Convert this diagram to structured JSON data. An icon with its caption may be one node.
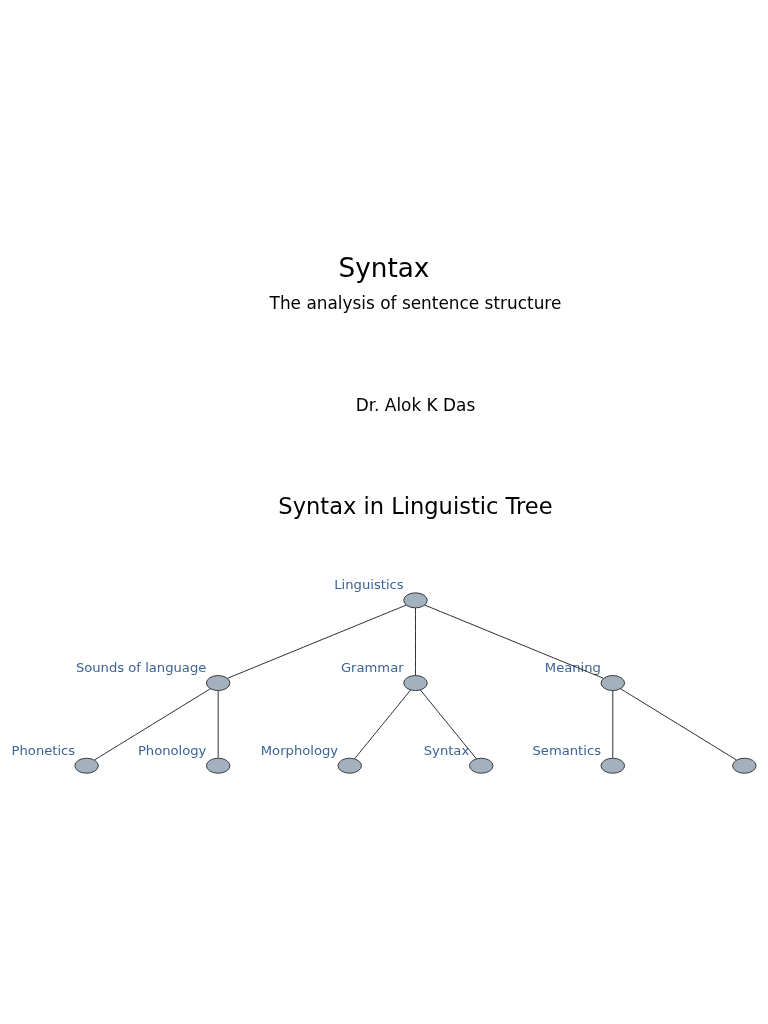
{
  "diagram": {
    "title": "Syntax",
    "nodes": [
      {
        "text": [],
        "shape": "circle",
        "beside": [
          "Linguistics"
        ]
      },
      {
        "text": [],
        "shape": "circle",
        "beside": [
          "Sounds of language"
        ]
      },
      {
        "text": [],
        "shape": "circle",
        "beside": [
          "Grammar"
        ]
      },
      {
        "text": [],
        "shape": "circle",
        "beside": [
          "Meaning"
        ]
      },
      {
        "text": [],
        "shape": "circle",
        "beside": [
          "Phonetics"
        ]
      },
      {
        "text": [],
        "shape": "circle",
        "beside": [
          "Phonology"
        ]
      },
      {
        "text": [],
        "shape": "circle",
        "beside": [
          "Morphology"
        ]
      },
      {
        "text": [],
        "shape": "circle",
        "beside": [
          "Syntax"
        ]
      },
      {
        "text": [],
        "shape": "circle",
        "beside": [
          "Semantics"
        ]
      },
      {
        "text": [],
        "shape": "circle"
      }
    ],
    "edges": [
      {
        "from": 0,
        "to": 1,
        "arrow": "none"
      },
      {
        "from": 0,
        "to": 2,
        "arrow": "none"
      },
      {
        "from": 0,
        "to": 3,
        "arrow": "none"
      },
      {
        "from": 1,
        "to": 4,
        "arrow": "none"
      },
      {
        "from": 1,
        "to": 5,
        "arrow": "none"
      },
      {
        "from": 2,
        "to": 6,
        "arrow": "none"
      },
      {
        "from": 2,
        "to": 7,
        "arrow": "none"
      },
      {
        "from": 3,
        "to": 8,
        "arrow": "none"
      },
      {
        "from": 3,
        "to": 9,
        "arrow": "none"
      }
    ],
    "labels": [
      "The analysis of sentence structure",
      "Dr. Alok K Das",
      "Syntax in Linguistic Tree"
    ]
  }
}
